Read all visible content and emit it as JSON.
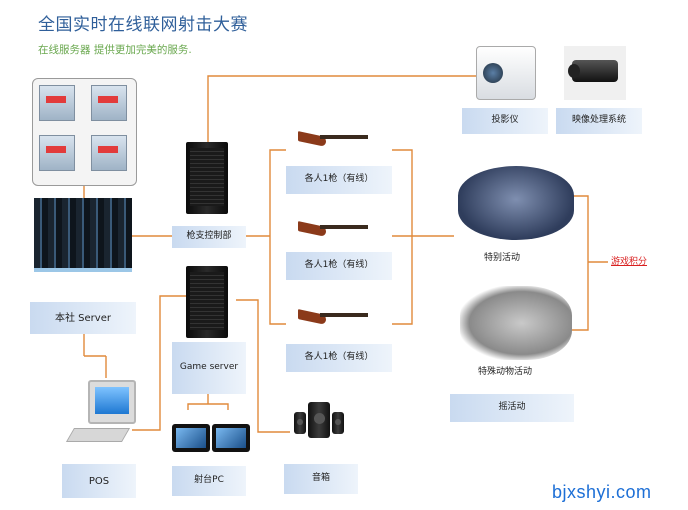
{
  "title": "全国实时在线联网射击大赛",
  "subtitle": "在线服务器 提供更加完美的服务.",
  "labels": {
    "server": "本社 Server",
    "control": "枪支控制部",
    "game_server": "Game server",
    "pos": "POS",
    "fengtai_pc": "射台PC",
    "speaker": "音箱",
    "projector": "投影仪",
    "video": "映像处理系统",
    "gun1": "各人1枪（有线）",
    "gun2": "各人1枪（有线）",
    "gun3": "各人1枪（有线）",
    "special": "特别活动",
    "animals": "特殊动物活动",
    "activity": "摇活动",
    "points": "游戏积分"
  },
  "watermark": "bjxshyi.com",
  "colors": {
    "line": "#e08a3c",
    "title": "#2f5f9a",
    "subtitle": "#6aa84f",
    "link": "#d92020",
    "label_box": "#c9daf0"
  }
}
